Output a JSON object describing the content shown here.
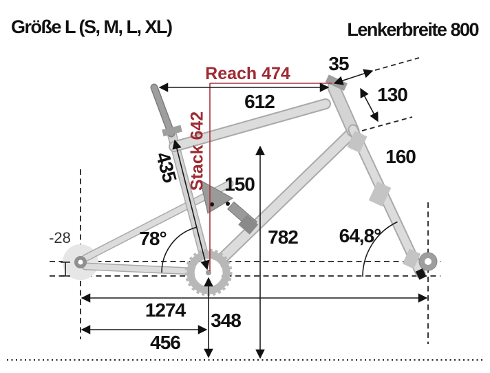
{
  "titles": {
    "size": "Größe L (S, M, L, XL)",
    "handlebar": "Lenkerbreite 800"
  },
  "colors": {
    "accent_red": "#9e2b33",
    "dimension_line": "#1a1a1a",
    "frame_light": "#dcdcdc",
    "frame_dark": "#9e9e9e"
  },
  "dimensions": {
    "reach_label": "Reach 474",
    "stack_label": "Stack 642",
    "top_tube": "612",
    "stem_length": "35",
    "head_tube_length": "130",
    "fork_travel": "160",
    "seat_tube_length": "435",
    "rear_travel": "150",
    "standover_height": "782",
    "seat_tube_angle": "78°",
    "head_tube_angle": "64,8°",
    "bb_drop": "-28",
    "wheelbase": "1274",
    "rear_center": "456",
    "bb_height": "348"
  }
}
